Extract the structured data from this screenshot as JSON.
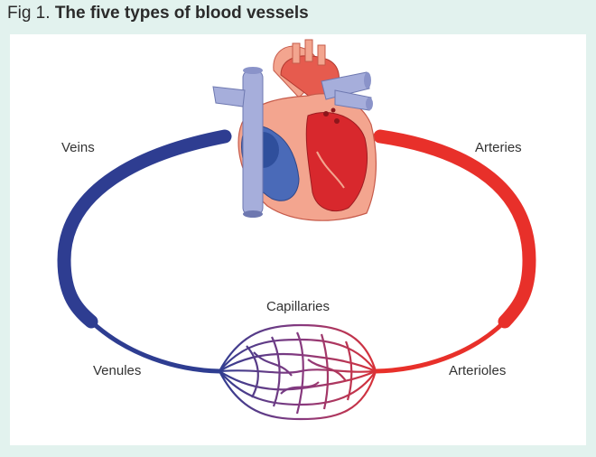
{
  "figure": {
    "prefix": "Fig 1. ",
    "title": "The five types of blood vessels"
  },
  "labels": {
    "veins": "Veins",
    "arteries": "Arteries",
    "capillaries": "Capillaries",
    "venules": "Venules",
    "arterioles": "Arterioles"
  },
  "colors": {
    "vein_blue": "#2e3d91",
    "artery_red": "#e8302a",
    "heart_pink": "#f3a58f",
    "heart_red": "#d8282d",
    "heart_blue": "#4a6ab8",
    "vessel_lavender": "#a6aedb",
    "background": "#e2f2ee"
  }
}
